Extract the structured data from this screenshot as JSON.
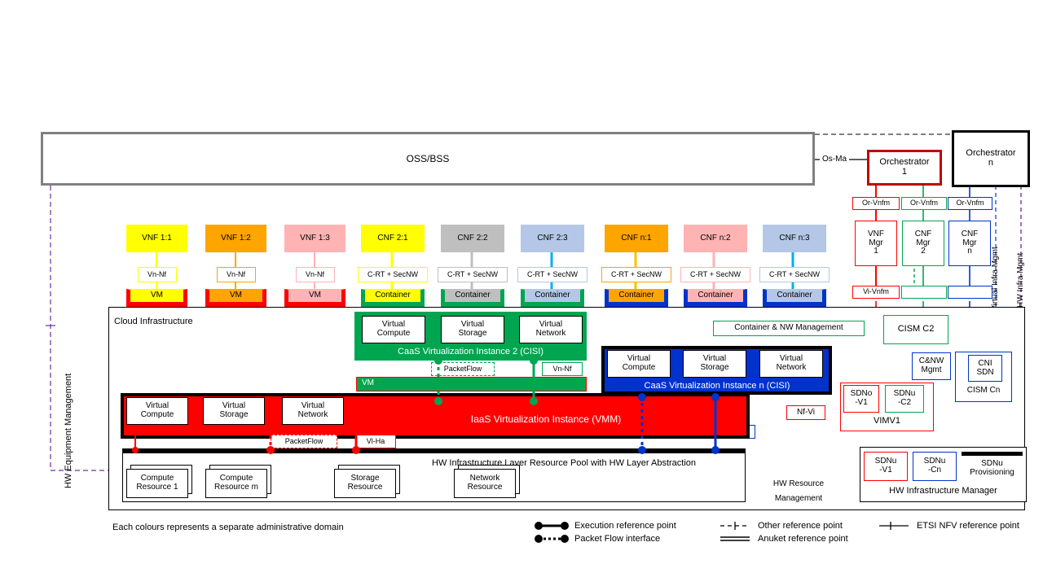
{
  "oss": {
    "label": "OSS/BSS"
  },
  "orchestrators": [
    {
      "name": "orchestrator-1",
      "label": "Orchestrator\n1",
      "color": "#c00000"
    },
    {
      "name": "orchestrator-n",
      "label": "Orchestrator\nn",
      "color": "#000000"
    }
  ],
  "os_ma_ref": "Os-Ma",
  "or_vnfm_refs": [
    {
      "label": "Or-Vnfm",
      "color": "#ff0000"
    },
    {
      "label": "Or-Vnfm",
      "color": "#00a550"
    },
    {
      "label": "Or-Vnfm",
      "color": "#0033cc"
    }
  ],
  "managers": [
    {
      "label": "VNF\nMgr\n1",
      "color": "#ff0000"
    },
    {
      "label": "CNF\nMgr\n2",
      "color": "#00a550"
    },
    {
      "label": "CNF\nMgr\nn",
      "color": "#0033cc"
    }
  ],
  "vi_vnfm_refs": [
    {
      "label": "Vi-Vnfm",
      "color": "#ff0000"
    },
    {
      "label": "",
      "color": "#00a550"
    },
    {
      "label": "",
      "color": "#0033cc"
    }
  ],
  "vertical_labels": {
    "hw_equipment_management": "HW Equipment Management",
    "virtual_infra_mgmt": "Virtual Infra Mgmt",
    "hw_infra_mgmt": "HW Infra Mgmt"
  },
  "functions": [
    {
      "label": "VNF 1:1",
      "fill": "#ffff00",
      "ref": "Vn-Nf",
      "unit": "VM",
      "unit_fill": "#ffff00",
      "unit_border": "#ff0000",
      "line": "#ffff00"
    },
    {
      "label": "VNF 1:2",
      "fill": "#ffa500",
      "ref": "Vn-Nf",
      "unit": "VM",
      "unit_fill": "#ffa500",
      "unit_border": "#ff0000",
      "line": "#ffa500"
    },
    {
      "label": "VNF 1:3",
      "fill": "#ffb3b3",
      "ref": "Vn-Nf",
      "unit": "VM",
      "unit_fill": "#ffb3b3",
      "unit_border": "#ff0000",
      "line": "#ffb3b3"
    },
    {
      "label": "CNF 2:1",
      "fill": "#ffff00",
      "ref": "C-RT + SecNW",
      "unit": "Container",
      "unit_fill": "#ffff00",
      "unit_border": "#00a550",
      "line": "#ffff00"
    },
    {
      "label": "CNF 2:2",
      "fill": "#bfbfbf",
      "ref": "C-RT + SecNW",
      "unit": "Container",
      "unit_fill": "#bfbfbf",
      "unit_border": "#00a550",
      "line": "#bfbfbf"
    },
    {
      "label": "CNF 2:3",
      "fill": "#b4c7e7",
      "ref": "C-RT + SecNW",
      "unit": "Container",
      "unit_fill": "#b4c7e7",
      "unit_border": "#00a550",
      "line": "#00b0f0"
    },
    {
      "label": "CNF n:1",
      "fill": "#ffa500",
      "ref": "C-RT + SecNW",
      "unit": "Container",
      "unit_fill": "#ffa500",
      "unit_border": "#0033cc",
      "line": "#ffa500"
    },
    {
      "label": "CNF n:2",
      "fill": "#ffb3b3",
      "ref": "C-RT + SecNW",
      "unit": "Container",
      "unit_fill": "#ffb3b3",
      "unit_border": "#0033cc",
      "line": "#ffb3b3"
    },
    {
      "label": "CNF n:3",
      "fill": "#b4c7e7",
      "ref": "C-RT + SecNW",
      "unit": "Container",
      "unit_fill": "#b4c7e7",
      "unit_border": "#0033cc",
      "line": "#00b0f0"
    }
  ],
  "cloud_infrastructure": {
    "label": "Cloud Infrastructure"
  },
  "cisi2": {
    "title": "CaaS Virtualization Instance 2 (CISI)",
    "resources": [
      "Virtual\nCompute",
      "Virtual\nStorage",
      "Virtual\nNetwork"
    ],
    "color": "#00a550",
    "vm_label": "VM",
    "refs": [
      "PacketFlow",
      "Vn-Nf"
    ]
  },
  "cisin": {
    "title": "CaaS Virtualization Instance n (CISI)",
    "resources": [
      "Virtual\nCompute",
      "Virtual\nStorage",
      "Virtual\nNetwork"
    ],
    "color": "#0033cc",
    "refs": [
      "PacketFlow",
      "Vl-Ha"
    ]
  },
  "vmm": {
    "title": "IaaS Virtualization Instance (VMM)",
    "resources": [
      "Virtual\nCompute",
      "Virtual\nStorage",
      "Virtual\nNetwork"
    ],
    "color": "#ff0000",
    "refs": [
      "PacketFlow",
      "Vl-Ha"
    ]
  },
  "hw_pool": {
    "title": "HW Infrastructure Layer Resource Pool with HW Layer Abstraction",
    "resources": [
      "Compute\nResource 1",
      "Compute\nResource m",
      "Storage\nResource",
      "Network\nResource"
    ]
  },
  "container_nw_management": {
    "label": "Container & NW Management",
    "color": "#00a550"
  },
  "cism_c2": {
    "label": "CISM C2",
    "color": "#00a550"
  },
  "cism_cn": {
    "label": "CISM Cn",
    "color": "#0033cc"
  },
  "cni_sdn": {
    "label": "CNI\nSDN",
    "color": "#0033cc"
  },
  "cnw_mgmt": {
    "label": "C&NW\nMgmt",
    "color": "#0033cc"
  },
  "vim": {
    "label": "VIMV1",
    "color": "#ff0000",
    "sdno_v1": {
      "label": "SDNo\n-V1",
      "color": "#ff0000"
    },
    "sdnu_c2": {
      "label": "SDNu\n-C2",
      "color": "#00a550"
    }
  },
  "nf_vi_ref": {
    "label": "Nf-Vi",
    "color": "#ff0000"
  },
  "hw_resource_management": "HW Resource\nManagement",
  "him": {
    "label": "HW Infrastructure Manager",
    "items": [
      {
        "label": "SDNu\n-V1",
        "color": "#ff0000"
      },
      {
        "label": "SDNu\n-Cn",
        "color": "#0033cc"
      },
      {
        "label": "SDNu\nProvisioning",
        "color": "#000000"
      }
    ]
  },
  "legend": {
    "note": "Each colours represents a separate administrative domain",
    "items": [
      {
        "label": "Execution reference point",
        "kind": "exec"
      },
      {
        "label": "Packet Flow interface",
        "kind": "packet"
      },
      {
        "label": "Other reference point",
        "kind": "other"
      },
      {
        "label": "Anuket reference point",
        "kind": "anuket"
      },
      {
        "label": "ETSI NFV reference point",
        "kind": "etsi"
      }
    ]
  }
}
